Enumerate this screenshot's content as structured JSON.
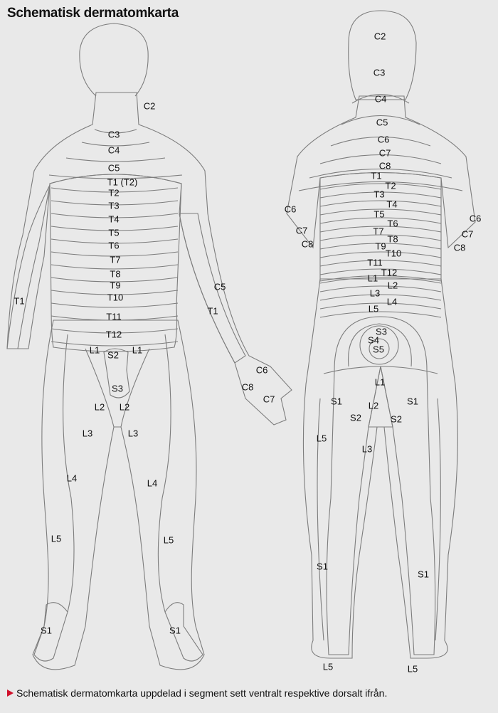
{
  "title": "Schematisk dermatomkarta",
  "caption": "Schematisk dermatomkarta uppdelad i segment sett ventralt respektive dorsalt ifrån.",
  "colors": {
    "background": "#e9e9e9",
    "cervical": "#b5ddd6",
    "thoracic": "#cfdc91",
    "lumbar": "#fdf3b2",
    "sacral": "#fbd4a9",
    "outline": "#7d7d7d",
    "marker": "#d0112b"
  },
  "front_labels": [
    "C2",
    "C3",
    "C4",
    "C5",
    "T1 (T2)",
    "T2",
    "T3",
    "T4",
    "T5",
    "T6",
    "T7",
    "T8",
    "T9",
    "T10",
    "T11",
    "T12",
    "L1",
    "L1",
    "S2",
    "S3",
    "L2",
    "L2",
    "L3",
    "L3",
    "L4",
    "L4",
    "L5",
    "L5",
    "S1",
    "S1",
    "T1",
    "C5",
    "T1",
    "C6",
    "C8",
    "C7"
  ],
  "back_labels": [
    "C2",
    "C3",
    "C4",
    "C5",
    "C6",
    "C7",
    "C8",
    "T1",
    "T2",
    "T3",
    "T4",
    "T5",
    "T6",
    "T7",
    "T8",
    "T9",
    "T10",
    "T11",
    "T12",
    "L1",
    "L2",
    "L3",
    "L4",
    "L5",
    "S3",
    "S4",
    "S5",
    "L1",
    "S1",
    "S1",
    "S2",
    "L2",
    "S2",
    "L5",
    "L3",
    "S1",
    "S1",
    "L5",
    "L5",
    "C6",
    "C7",
    "C8",
    "C6",
    "C7",
    "C8"
  ]
}
